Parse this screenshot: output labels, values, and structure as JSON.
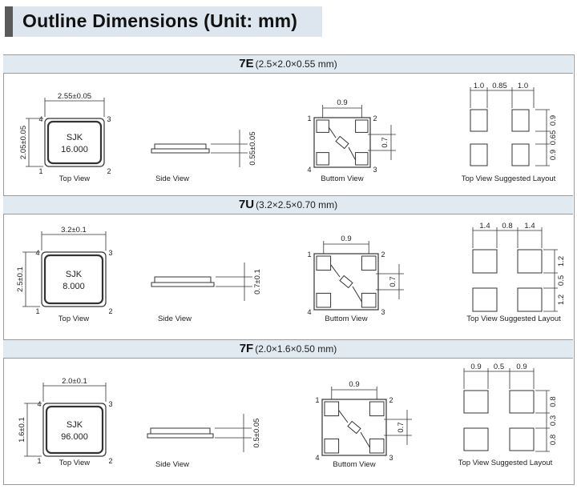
{
  "page_title": "Outline Dimensions (Unit: mm)",
  "sections": [
    {
      "code": "7E",
      "spec": "(2.5×2.0×0.55 mm)",
      "top": {
        "width_label": "2.55±0.05",
        "height_label": "2.05±0.05",
        "brand": "SJK",
        "freq": "16.000",
        "pins": [
          "1",
          "2",
          "3",
          "4"
        ],
        "caption": "Top View"
      },
      "side": {
        "height_label": "0.55±0.05",
        "caption": "Side View"
      },
      "bottom": {
        "width_label": "0.9",
        "height_label": "0.7",
        "pins": [
          "1",
          "2",
          "3",
          "4"
        ],
        "caption": "Buttom View"
      },
      "layout": {
        "h_labels": [
          "1.0",
          "0.85",
          "1.0"
        ],
        "v_labels": [
          "0.9",
          "0.65",
          "0.9"
        ],
        "caption": "Top View Suggested Layout"
      }
    },
    {
      "code": "7U",
      "spec": "(3.2×2.5×0.70 mm)",
      "top": {
        "width_label": "3.2±0.1",
        "height_label": "2.5±0.1",
        "brand": "SJK",
        "freq": "8.000",
        "pins": [
          "1",
          "2",
          "3",
          "4"
        ],
        "caption": "Top View"
      },
      "side": {
        "height_label": "0.7±0.1",
        "caption": "Side View"
      },
      "bottom": {
        "width_label": "0.9",
        "height_label": "0.7",
        "pins": [
          "1",
          "2",
          "3",
          "4"
        ],
        "caption": "Buttom View"
      },
      "layout": {
        "h_labels": [
          "1.4",
          "0.8",
          "1.4"
        ],
        "v_labels": [
          "1.2",
          "0.5",
          "1.2"
        ],
        "caption": "Top View Suggested Layout"
      }
    },
    {
      "code": "7F",
      "spec": "(2.0×1.6×0.50 mm)",
      "top": {
        "width_label": "2.0±0.1",
        "height_label": "1.6±0.1",
        "brand": "SJK",
        "freq": "96.000",
        "pins": [
          "1",
          "2",
          "3",
          "4"
        ],
        "caption": "Top View"
      },
      "side": {
        "height_label": "0.5±0.05",
        "caption": "Side View"
      },
      "bottom": {
        "width_label": "0.9",
        "height_label": "0.7",
        "pins": [
          "1",
          "2",
          "3",
          "4"
        ],
        "caption": "Buttom View"
      },
      "layout": {
        "h_labels": [
          "0.9",
          "0.5",
          "0.9"
        ],
        "v_labels": [
          "0.8",
          "0.3",
          "0.8"
        ],
        "caption": "Top View Suggested Layout"
      }
    }
  ]
}
